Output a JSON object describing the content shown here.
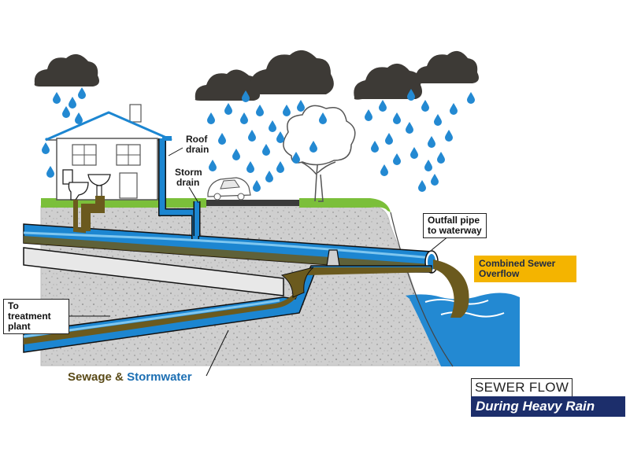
{
  "labels": {
    "roof_drain_line1": "Roof",
    "roof_drain_line2": "drain",
    "storm_drain_line1": "Storm",
    "storm_drain_line2": "drain",
    "outfall_line1": "Outfall pipe",
    "outfall_line2": "to waterway",
    "cso_line1": "Combined Sewer",
    "cso_line2": "Overflow",
    "treatment_line1": "To",
    "treatment_line2": "treatment",
    "treatment_line3": "plant",
    "legend_sewage": "Sewage",
    "legend_amp": "&",
    "legend_storm": "Stormwater"
  },
  "title": {
    "top": "SEWER FLOW",
    "bottom": "During Heavy Rain"
  },
  "colors": {
    "stormwater": "#1c86d1",
    "sewage": "#6b5a1e",
    "ground": "#c8c8c8",
    "grass": "#7bbf3a",
    "cloud": "#3d3a36",
    "callout_bg": "#f4b400",
    "title_bg": "#1c2e6b"
  }
}
